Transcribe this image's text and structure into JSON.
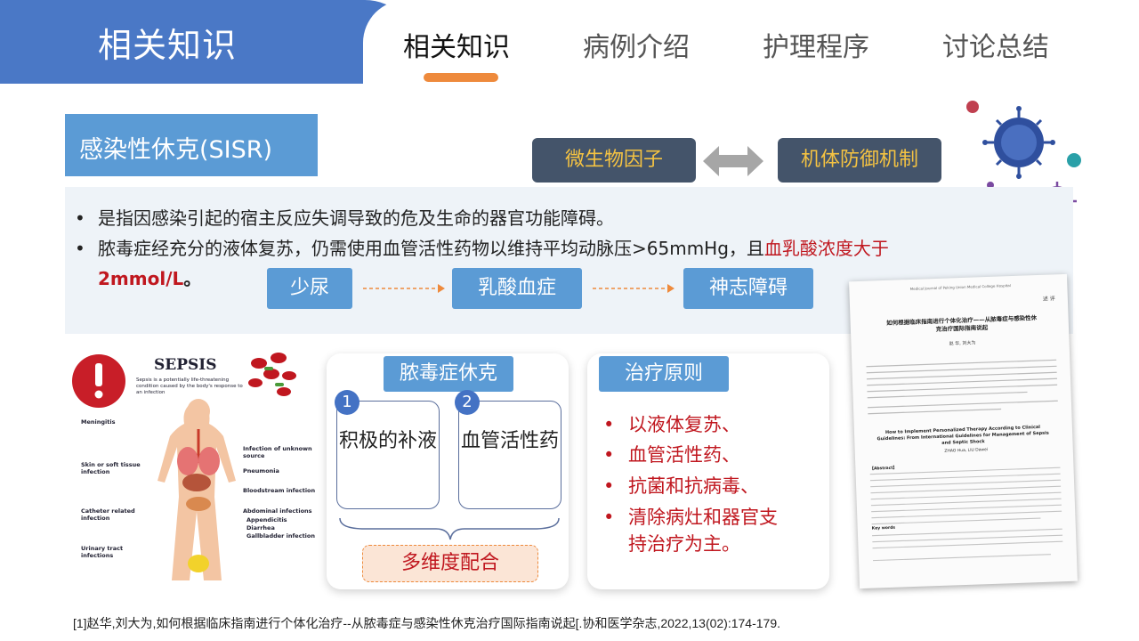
{
  "header": {
    "title": "相关知识",
    "tabs": [
      {
        "label": "相关知识",
        "active": true
      },
      {
        "label": "病例介绍",
        "active": false
      },
      {
        "label": "护理程序",
        "active": false
      },
      {
        "label": "讨论总结",
        "active": false
      }
    ]
  },
  "section": {
    "title": "感染性休克(SISR)",
    "factors": {
      "left": "微生物因子",
      "right": "机体防御机制"
    },
    "bullets": {
      "b1": "是指因感染引起的宿主反应失调导致的危及生命的器官功能障碍。",
      "b2_plain": "脓毒症经充分的液体复苏，仍需使用血管活性药物以维持平均动脉压>65mmHg，且",
      "b2_red": "血乳酸浓度大于",
      "b2_red_cont": "2mmol/L",
      "b2_end": "。"
    },
    "flow": [
      "少尿",
      "乳酸血症",
      "神志障碍"
    ]
  },
  "sepsis_image": {
    "title": "SEPSIS",
    "subtitle": "Sepsis is a potentially life-threatening condition caused by the body's response to an infection",
    "labels_left": [
      "Meningitis",
      "Skin or soft tissue infection",
      "Catheter related infection",
      "Urinary tract infections"
    ],
    "labels_right": [
      "Infection of unknown source",
      "Pneumonia",
      "Bloodstream infection",
      "Abdominal infections",
      "Appendicitis",
      "Diarrhea",
      "Gallbladder infection"
    ]
  },
  "shock_card": {
    "title": "脓毒症休克",
    "options": [
      {
        "num": "1",
        "text": "积极的补液"
      },
      {
        "num": "2",
        "text": "血管活性药"
      }
    ],
    "combine": "多维度配合"
  },
  "treatment_card": {
    "title": "治疗原则",
    "items": [
      "以液体复苏、",
      "血管活性药、",
      "抗菌和抗病毒、",
      "清除病灶和器官支持治疗为主。"
    ]
  },
  "paper": {
    "journal": "Medical Journal of Peking Union Medical College Hospital",
    "tag": "述 评",
    "title_cn": "如何根据临床指南进行个体化治疗——从脓毒症与感染性休克治疗国际指南说起",
    "authors_cn": "赵 华, 刘大为",
    "title_en": "How to Implement Personalized Therapy According to Clinical Guidelines: From International Guidelines for Management of Sepsis and Septic Shock",
    "authors_en": "ZHAO Hua, LIU Dawei",
    "abstract_label": "【Abstract】",
    "keywords_label": "Key words"
  },
  "citation": "[1]赵华,刘大为,如何根据临床指南进行个体化治疗--从脓毒症与感染性休克治疗国际指南说起[.协和医学杂志,2022,13(02):174-179.",
  "colors": {
    "header_blue": "#4a78c6",
    "accent_orange": "#ee8a3c",
    "box_blue": "#5b9bd5",
    "dark_slate": "#44546a",
    "gold": "#f5c342",
    "red": "#c0171f"
  }
}
